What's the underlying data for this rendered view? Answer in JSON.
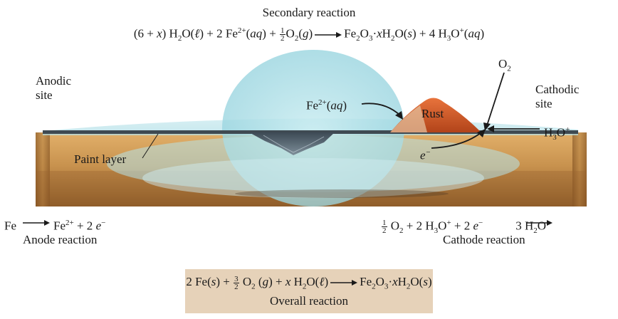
{
  "secondary": {
    "title": "Secondary reaction",
    "parts": [
      "(6 + ",
      "x",
      ") H",
      "2",
      "O(",
      "ℓ",
      ") + 2 Fe",
      "2+",
      "(",
      "aq",
      ") + ",
      "1",
      "2",
      "O",
      "2",
      "(",
      "g",
      ")",
      "Fe",
      "2",
      "O",
      "3",
      "·",
      "x",
      "H",
      "2",
      "O(",
      "s",
      ") + 4 H",
      "3",
      "O",
      "+",
      "(",
      "aq",
      ")"
    ]
  },
  "labels": {
    "anodic_site": "Anodic\nsite",
    "cathodic_site": "Cathodic\nsite",
    "fe_aq_prefix": "Fe",
    "fe_aq_sup": "2+",
    "fe_aq_open": "(",
    "fe_aq_italic": "aq",
    "fe_aq_close": ")",
    "rust": "Rust",
    "o2_main": "O",
    "o2_sub": "2",
    "h3o_main": "H",
    "h3o_sub": "3",
    "h3o_o": "O",
    "h3o_sup": "+",
    "electron": "e",
    "electron_sup": "−",
    "paint_layer": "Paint layer"
  },
  "anode": {
    "eq_left": "Fe",
    "eq_right_main": "Fe",
    "eq_right_sup": "2+",
    "eq_tail": " + 2 ",
    "eq_e": "e",
    "eq_e_sup": "−",
    "caption": "Anode reaction"
  },
  "cathode": {
    "frac_n": "1",
    "frac_d": "2",
    "p1": " O",
    "p1_sub": "2",
    "p2": " + 2 H",
    "p2_sub": "3",
    "p3": "O",
    "p3_sup": "+",
    "p4": " + 2 ",
    "p4_e": "e",
    "p4_sup": "−",
    "right": "3 H",
    "right_sub": "2",
    "right_tail": "O",
    "caption": "Cathode reaction"
  },
  "overall": {
    "p1": "2 Fe(",
    "p1_it": "s",
    "p1_close": ") + ",
    "frac_n": "3",
    "frac_d": "2",
    "p2": " O",
    "p2_sub": "2",
    "p2_open": " (",
    "p2_it": "g",
    "p2_close": ") + ",
    "p3_x": "x",
    "p3": " H",
    "p3_sub": "2",
    "p3_open": "O(",
    "p3_it": "ℓ",
    "p3_close": ")",
    "r1": "Fe",
    "r1_sub": "2",
    "r2": "O",
    "r2_sub": "3",
    "r3": "·",
    "r3_x": "x",
    "r4": "H",
    "r4_sub": "2",
    "r5": "O(",
    "r5_it": "s",
    "r5_close": ")",
    "caption": "Overall reaction"
  },
  "colors": {
    "metal": "#c8924e",
    "droplet": "#a9dde6",
    "rust": "#d9612d",
    "overall_box": "#e6d2b9"
  }
}
